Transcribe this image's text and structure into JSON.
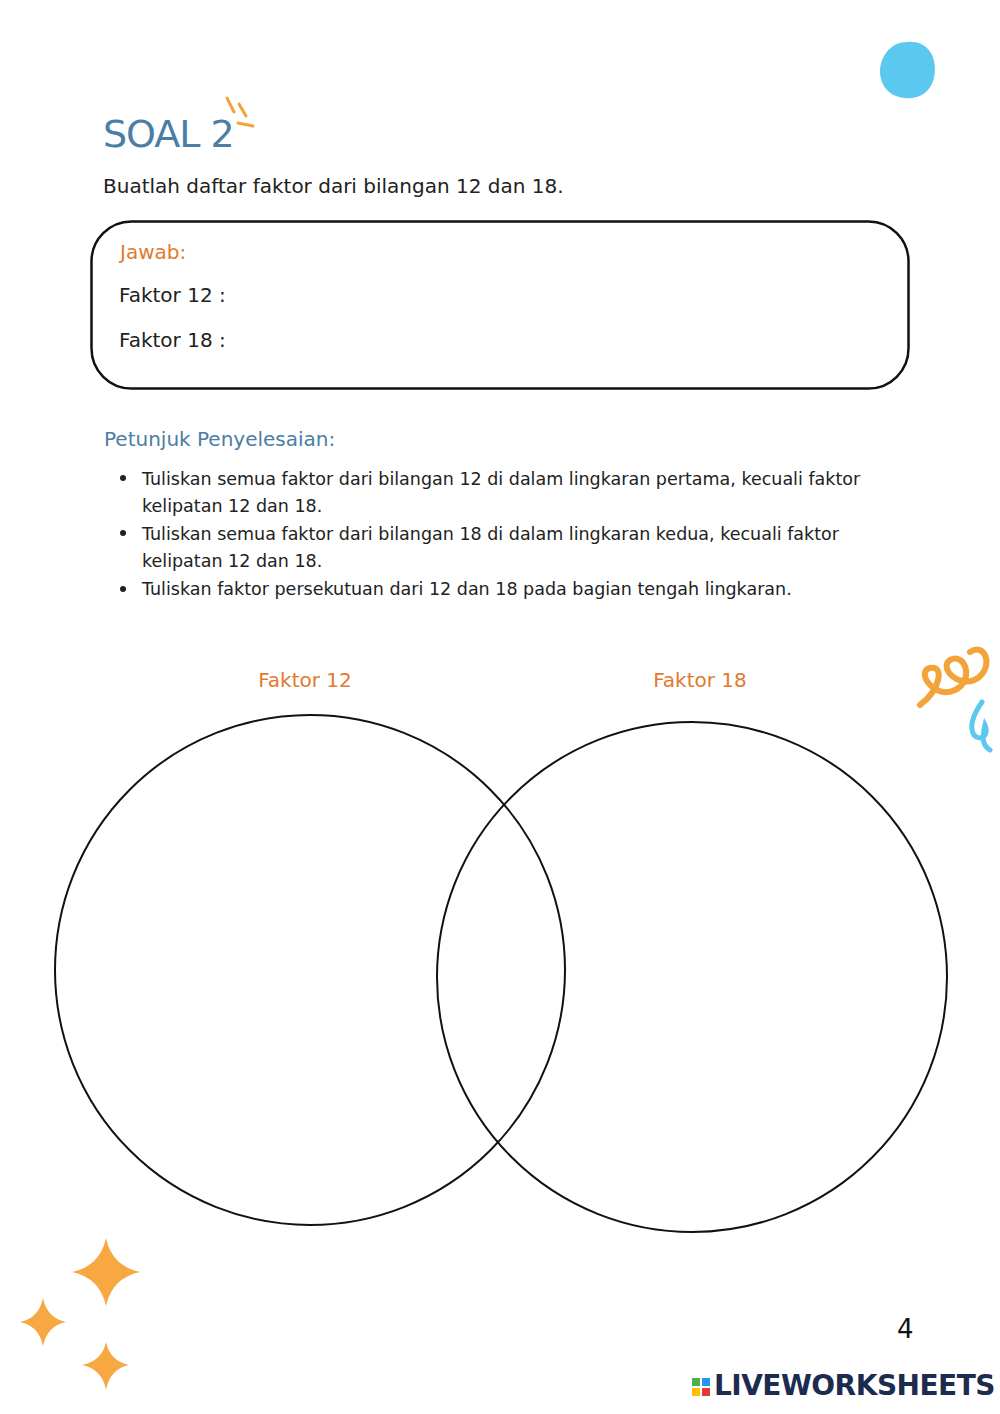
{
  "diagram": {
    "title": "SOAL 2",
    "nodes": [
      {
        "text": [
          "Jawab:",
          "Faktor 12 :",
          "Faktor 18 :"
        ]
      },
      {
        "text": [
          "Faktor 12"
        ]
      },
      {
        "text": [
          "Faktor 18"
        ]
      }
    ],
    "labels": [
      "Buatlah daftar faktor dari bilangan 12 dan 18.",
      "Petunjuk Penyelesaian:",
      "Tuliskan semua faktor dari bilangan 12 di dalam lingkaran pertama, kecuali faktor kelipatan 12 dan 18.",
      "Tuliskan semua faktor dari bilangan 18 di dalam lingkaran kedua, kecuali faktor kelipatan 12 dan 18.",
      "Tuliskan faktor persekutuan dari 12 dan 18 pada bagian tengah lingkaran.",
      "4",
      "LIVEWORKSHEETS"
    ]
  }
}
